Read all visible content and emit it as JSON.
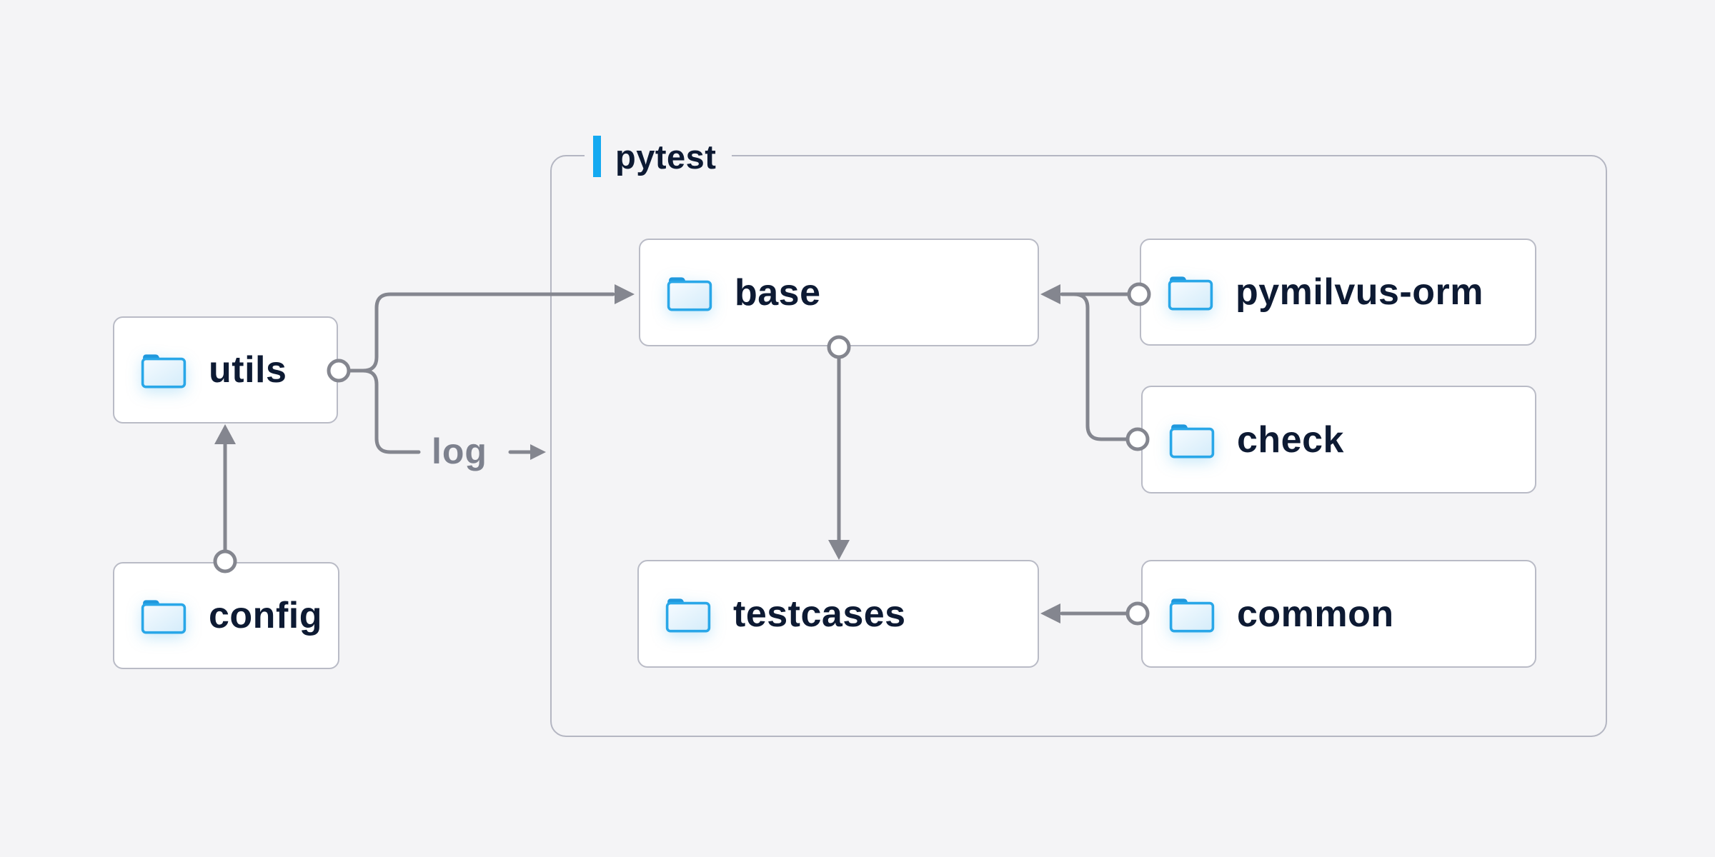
{
  "group": {
    "label": "pytest"
  },
  "nodes": {
    "utils": {
      "label": "utils"
    },
    "config": {
      "label": "config"
    },
    "base": {
      "label": "base"
    },
    "testcases": {
      "label": "testcases"
    },
    "pymilvus_orm": {
      "label": "pymilvus-orm"
    },
    "check": {
      "label": "check"
    },
    "common": {
      "label": "common"
    }
  },
  "edge_labels": {
    "log": "log"
  },
  "edges": [
    {
      "from": "config",
      "to": "utils"
    },
    {
      "from": "utils",
      "to": "base"
    },
    {
      "from": "utils",
      "to": "pytest-group",
      "label": "log"
    },
    {
      "from": "base",
      "to": "testcases"
    },
    {
      "from": "pymilvus-orm",
      "to": "base"
    },
    {
      "from": "check",
      "to": "base"
    },
    {
      "from": "common",
      "to": "testcases"
    }
  ],
  "colors": {
    "background": "#f4f4f6",
    "node_fill": "#ffffff",
    "node_border": "#b9bbc6",
    "group_border": "#b4b6c2",
    "text_primary": "#0d1a33",
    "text_muted": "#7d818e",
    "wire": "#84868f",
    "accent_blue": "#14a9f1",
    "folder_stroke": "#29a7e8",
    "folder_tab": "#1f98dd",
    "folder_fill_light": "#f6fbff",
    "folder_fill_dark": "#d4ecfa"
  }
}
